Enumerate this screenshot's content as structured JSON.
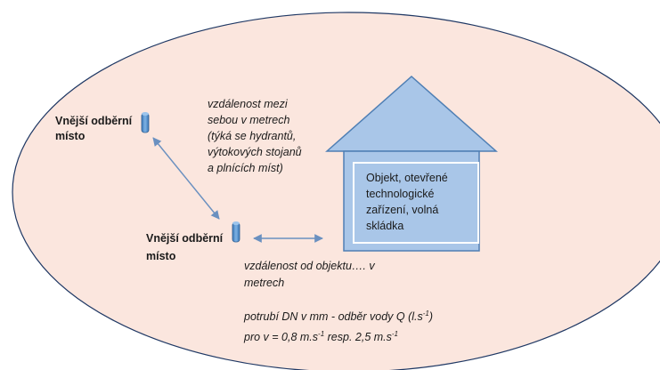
{
  "colors": {
    "ellipse_fill": "#fbe6de",
    "ellipse_stroke": "#1f3864",
    "house_fill": "#a9c6e8",
    "house_stroke": "#4f7fb4",
    "arrow": "#6a90c0",
    "hydrant_fill": "#5b9bd5"
  },
  "hydrant_top": {
    "label_line1": "Vnější odběrní",
    "label_line2": "místo",
    "icon": "hydrant-icon"
  },
  "hydrant_bottom": {
    "label_line1": "Vnější odběrní",
    "label_line2": "místo",
    "icon": "hydrant-icon"
  },
  "distance_between": "vzdálenost mezi\nsebou v metrech\n(týká se hydrantů,\nvýtokových stojanů\na plnících míst)",
  "object_label": "Objekt, otevřené\ntechnologické\nzařízení, volná\nskládka",
  "distance_object": "vzdálenost od objektu…. v\nmetrech",
  "pipe": {
    "line1_prefix": "potrubí DN v mm - odběr vody Q (l.s",
    "line1_sup": "-1",
    "line1_suffix": ")",
    "line2_a": "pro v = 0,8 m.s",
    "line2_sup1": "-1",
    "line2_b": " resp. 2,5 m.s",
    "line2_sup2": "-1"
  }
}
